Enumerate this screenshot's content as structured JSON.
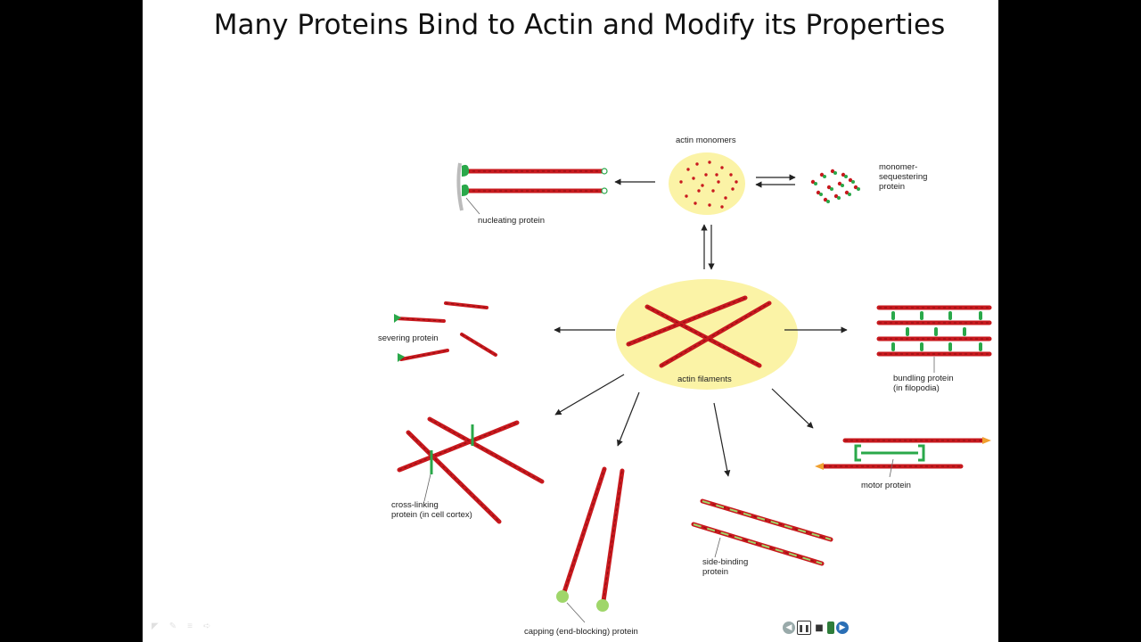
{
  "slide": {
    "title": "Many Proteins Bind to Actin and Modify its Properties"
  },
  "diagram": {
    "labels": {
      "actin_monomers": "actin monomers",
      "monomer_sequestering": [
        "monomer-",
        "sequestering",
        "protein"
      ],
      "nucleating": "nucleating protein",
      "actin_filaments": "actin filaments",
      "severing": "severing protein",
      "bundling": [
        "bundling protein",
        "(in filopodia)"
      ],
      "cross_linking": [
        "cross-linking",
        "protein (in cell cortex)"
      ],
      "capping": "capping (end-blocking) protein",
      "side_binding": [
        "side-binding",
        "protein"
      ],
      "motor": "motor protein"
    },
    "colors": {
      "filament": "#c8191e",
      "binding_protein": "#2aa84a",
      "ellipse": "#fbf3a6",
      "motor_end": "#f0a030"
    }
  },
  "controls": {
    "prev_icon": "prev-icon",
    "pause_icon": "pause-icon",
    "stop_icon": "stop-icon",
    "bar_icon": "bar-icon",
    "next_icon": "next-icon"
  }
}
